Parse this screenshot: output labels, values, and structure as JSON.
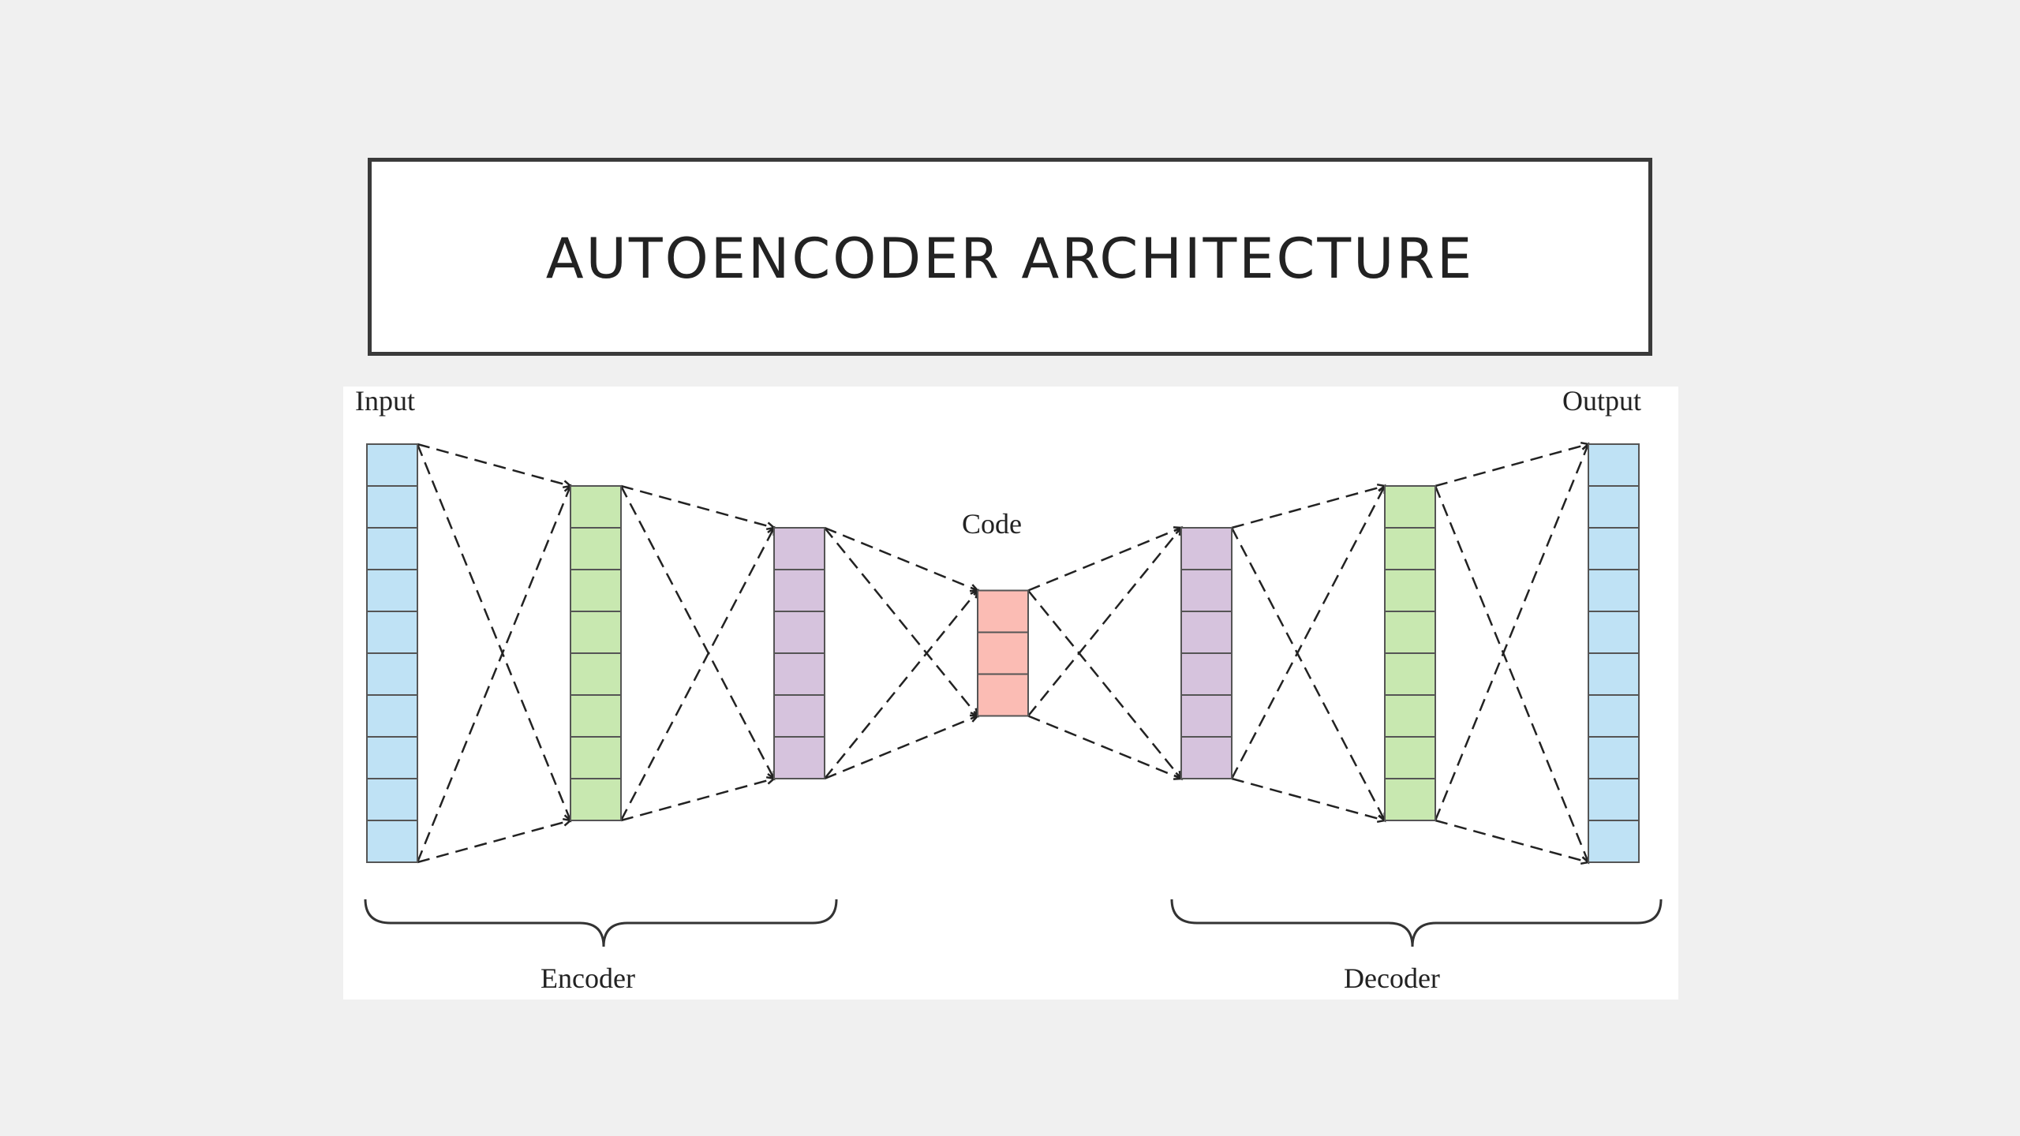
{
  "title": "AUTOENCODER ARCHITECTURE",
  "diagram": {
    "labels": {
      "input": "Input",
      "output": "Output",
      "code": "Code",
      "encoder": "Encoder",
      "decoder": "Decoder"
    },
    "layers": [
      {
        "name": "input-layer",
        "cells": 10,
        "color": "#bfe2f5"
      },
      {
        "name": "encoder-hidden-1",
        "cells": 8,
        "color": "#c8e8b0"
      },
      {
        "name": "encoder-hidden-2",
        "cells": 6,
        "color": "#d6c3dd"
      },
      {
        "name": "code-layer",
        "cells": 3,
        "color": "#fbbcb4"
      },
      {
        "name": "decoder-hidden-1",
        "cells": 6,
        "color": "#d6c3dd"
      },
      {
        "name": "decoder-hidden-2",
        "cells": 8,
        "color": "#c8e8b0"
      },
      {
        "name": "output-layer",
        "cells": 10,
        "color": "#bfe2f5"
      }
    ],
    "cell_border_color": "#555555",
    "connection_color": "#222222"
  }
}
